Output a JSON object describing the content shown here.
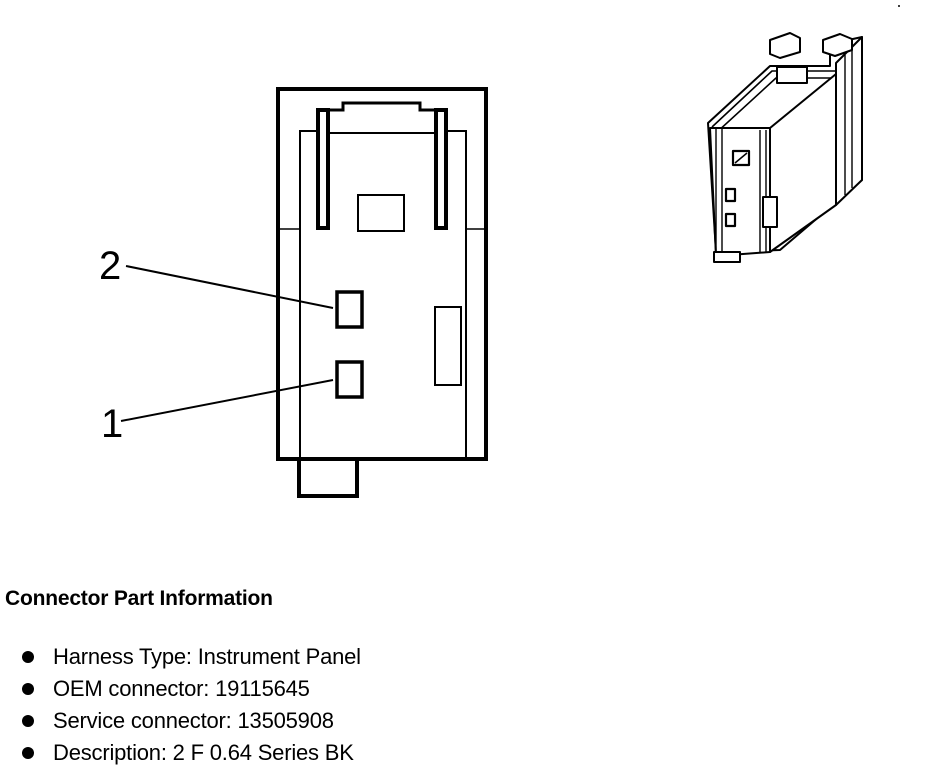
{
  "diagram": {
    "callouts": [
      {
        "id": "pin-2",
        "label": "2"
      },
      {
        "id": "pin-1",
        "label": "1"
      }
    ]
  },
  "info": {
    "title": "Connector Part Information",
    "items": [
      {
        "label": "Harness Type: Instrument Panel"
      },
      {
        "label": "OEM connector: 19115645"
      },
      {
        "label": "Service connector: 13505908"
      },
      {
        "label": "Description: 2 F 0.64 Series BK"
      }
    ]
  },
  "colors": {
    "line": "#000000",
    "background": "#ffffff"
  }
}
